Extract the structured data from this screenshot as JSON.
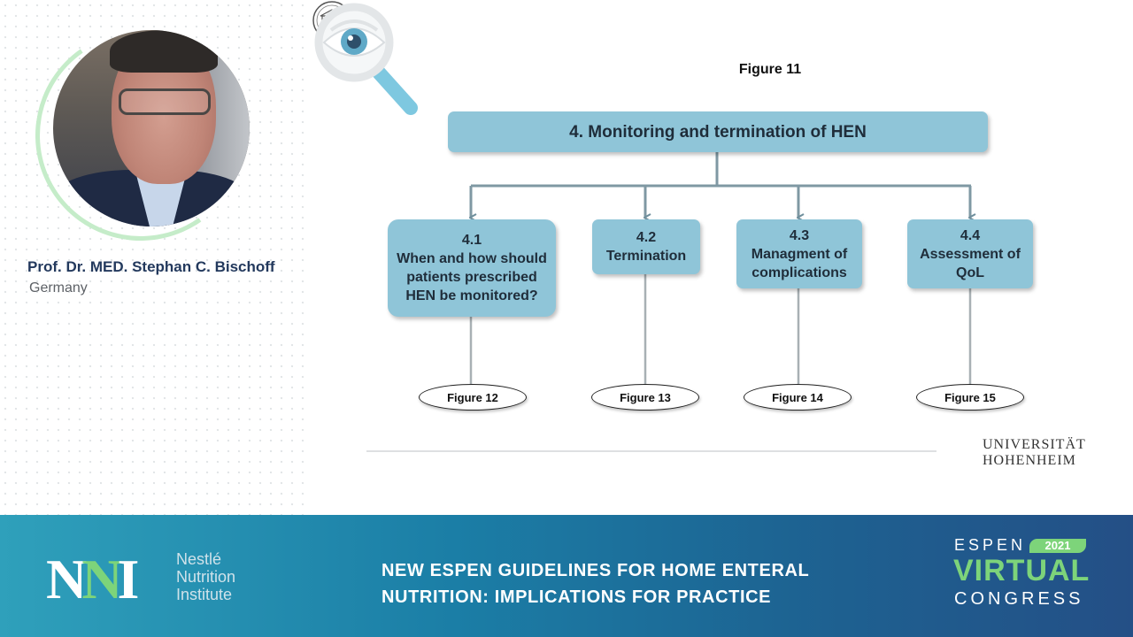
{
  "speaker": {
    "name": "Prof. Dr. MED. Stephan C. Bischoff",
    "country": "Germany"
  },
  "slide": {
    "figure_title": "Figure 11",
    "root_box": "4. Monitoring and termination of HEN",
    "sections": [
      {
        "label": "4.1\nWhen and how should patients prescribed HEN be monitored?",
        "figure": "Figure 12"
      },
      {
        "label": "4.2\nTermination",
        "figure": "Figure 13"
      },
      {
        "label": "4.3\nManagment of complications",
        "figure": "Figure 14"
      },
      {
        "label": "4.4\nAssessment of QoL",
        "figure": "Figure 15"
      }
    ],
    "university": {
      "line1": "UNIVERSITÄT",
      "line2": "HOHENHEIM"
    }
  },
  "banner": {
    "nni_logo": "NNI",
    "nni_line1": "Nestlé",
    "nni_line2": "Nutrition",
    "nni_line3": "Institute",
    "title_line1": "NEW ESPEN GUIDELINES FOR HOME ENTERAL",
    "title_line2": "NUTRITION: IMPLICATIONS FOR PRACTICE",
    "espen_word": "ESPEN",
    "espen_year": "2021",
    "espen_virtual": "VIRTUAL",
    "espen_congress": "CONGRESS"
  },
  "colors": {
    "box_fill": "#8fc5d8",
    "accent_green": "#7dd47a",
    "name_color": "#23395d",
    "banner_start": "#2fa0bb",
    "banner_end": "#244f86"
  },
  "icons": [
    "magnifier-eye-icon",
    "university-seal-icon"
  ]
}
